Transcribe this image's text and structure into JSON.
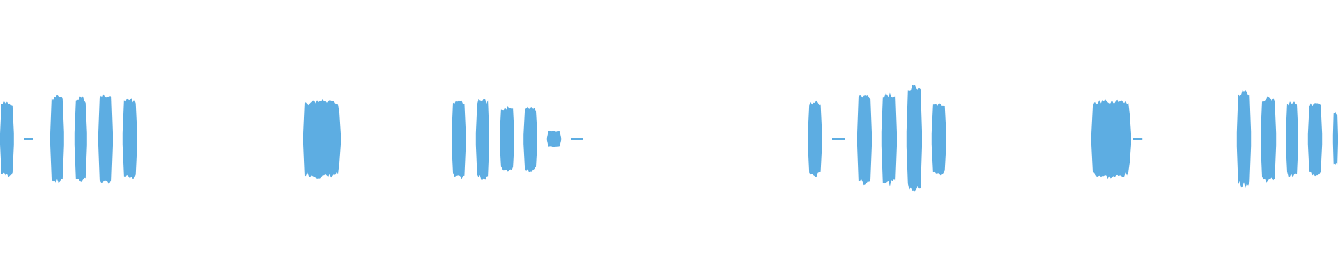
{
  "waveform": {
    "color": "#5dade2",
    "background": "#ffffff",
    "duration_s": 32.0,
    "peak_level": 1.0,
    "segments": [
      {
        "start": 0.0,
        "end": 0.33,
        "level": 0.84
      },
      {
        "start": 0.58,
        "end": 0.8,
        "level": 0.02
      },
      {
        "start": 1.2,
        "end": 1.53,
        "level": 0.99
      },
      {
        "start": 1.78,
        "end": 2.08,
        "level": 0.95
      },
      {
        "start": 2.35,
        "end": 2.7,
        "level": 1.02
      },
      {
        "start": 2.93,
        "end": 3.28,
        "level": 0.91
      },
      {
        "start": 7.25,
        "end": 8.15,
        "level": 0.87
      },
      {
        "start": 10.8,
        "end": 11.14,
        "level": 0.9
      },
      {
        "start": 11.38,
        "end": 11.7,
        "level": 0.91
      },
      {
        "start": 11.95,
        "end": 12.3,
        "level": 0.72
      },
      {
        "start": 12.52,
        "end": 12.85,
        "level": 0.73
      },
      {
        "start": 13.08,
        "end": 13.42,
        "level": 0.18
      },
      {
        "start": 13.65,
        "end": 13.95,
        "level": 0.02
      },
      {
        "start": 19.32,
        "end": 19.66,
        "level": 0.85
      },
      {
        "start": 19.9,
        "end": 20.2,
        "level": 0.03
      },
      {
        "start": 20.5,
        "end": 20.85,
        "level": 1.01
      },
      {
        "start": 21.08,
        "end": 21.45,
        "level": 1.03
      },
      {
        "start": 21.68,
        "end": 22.05,
        "level": 1.18
      },
      {
        "start": 22.28,
        "end": 22.63,
        "level": 0.82
      },
      {
        "start": 26.1,
        "end": 27.05,
        "level": 0.88
      },
      {
        "start": 27.1,
        "end": 27.32,
        "level": 0.02
      },
      {
        "start": 29.58,
        "end": 29.92,
        "level": 1.07
      },
      {
        "start": 30.15,
        "end": 30.52,
        "level": 0.96
      },
      {
        "start": 30.75,
        "end": 31.05,
        "level": 0.86
      },
      {
        "start": 31.28,
        "end": 31.62,
        "level": 0.82
      },
      {
        "start": 31.88,
        "end": 32.0,
        "level": 0.6
      }
    ]
  }
}
